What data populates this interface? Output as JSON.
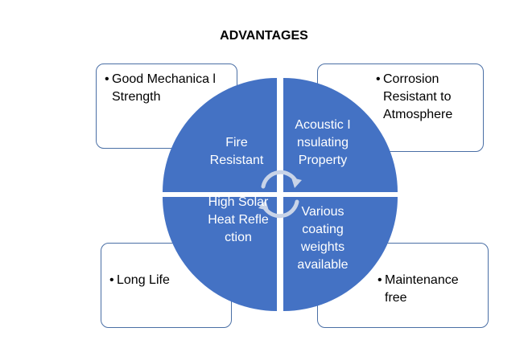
{
  "title": "ADVANTAGES",
  "colors": {
    "quadrant": "#4472c4",
    "box_border": "#4a6fa5",
    "arrow": "#c9d4e8"
  },
  "outer_boxes": [
    {
      "id": "top-left",
      "text": "Good Mechanica l Strength"
    },
    {
      "id": "top-right",
      "text": "Corrosion Resistant to Atmosphere"
    },
    {
      "id": "bottom-left",
      "text": "Long Life"
    },
    {
      "id": "bottom-right",
      "text": "Maintenance free"
    }
  ],
  "quadrants": [
    {
      "id": "top-left",
      "text": "Fire Resistant"
    },
    {
      "id": "top-right",
      "text": "Acoustic Insulating Property"
    },
    {
      "id": "bottom-left",
      "text": "High Solar Heat Reflection"
    },
    {
      "id": "bottom-right",
      "text": "Various coating weights available"
    }
  ],
  "bullet_glyph": "•"
}
